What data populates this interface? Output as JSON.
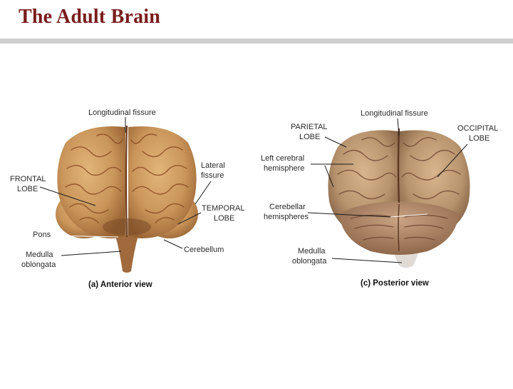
{
  "slide": {
    "title": "The Adult Brain"
  },
  "anterior": {
    "caption": "(a) Anterior view",
    "labels": {
      "longitudinal_fissure": "Longitudinal fissure",
      "frontal_lobe_1": "FRONTAL",
      "frontal_lobe_2": "LOBE",
      "lateral_fissure_1": "Lateral",
      "lateral_fissure_2": "fissure",
      "temporal_lobe_1": "TEMPORAL",
      "temporal_lobe_2": "LOBE",
      "pons": "Pons",
      "medulla_1": "Medulla",
      "medulla_2": "oblongata",
      "cerebellum": "Cerebellum"
    }
  },
  "posterior": {
    "caption": "(c) Posterior view",
    "labels": {
      "longitudinal_fissure": "Longitudinal fissure",
      "parietal_lobe_1": "PARIETAL",
      "parietal_lobe_2": "LOBE",
      "occipital_lobe_1": "OCCIPITAL",
      "occipital_lobe_2": "LOBE",
      "left_hemisphere_1": "Left cerebral",
      "left_hemisphere_2": "hemisphere",
      "cerebellar_1": "Cerebellar",
      "cerebellar_2": "hemispheres",
      "medulla_1": "Medulla",
      "medulla_2": "oblongata"
    }
  },
  "colors": {
    "title": "#7a1c1c",
    "rule": "#cfcfcf",
    "brain_anterior": "#c9955a",
    "brain_posterior": "#b8946e"
  }
}
